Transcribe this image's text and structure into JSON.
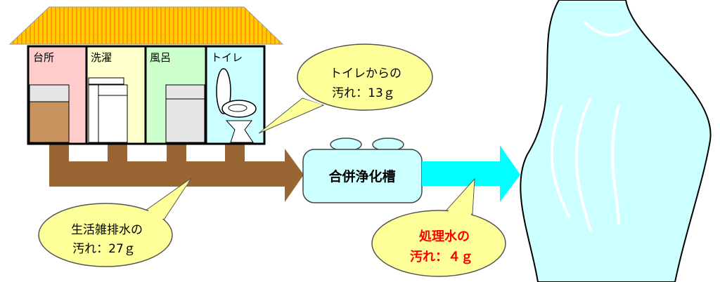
{
  "rooms": [
    {
      "label": "台所",
      "color": "#ffcccc"
    },
    {
      "label": "洗濯",
      "color": "#ffffcc"
    },
    {
      "label": "風呂",
      "color": "#ccffcc"
    },
    {
      "label": "トイレ",
      "color": "#ccffff"
    }
  ],
  "tank": {
    "label": "合併浄化槽"
  },
  "bubbles": {
    "toilet": {
      "line1": "トイレからの",
      "line2": "汚れ：13ｇ"
    },
    "greywater": {
      "line1": "生活雑排水の",
      "line2": "汚れ：27ｇ"
    },
    "treated": {
      "line1": "処理水の",
      "line2": "汚れ：４ｇ",
      "color": "#ff0000"
    }
  },
  "colors": {
    "roof": "#ffcc00",
    "pipe": "#996633",
    "outflow": "#00ffff",
    "river": "#ccffff",
    "bubble": "#ffff99"
  }
}
